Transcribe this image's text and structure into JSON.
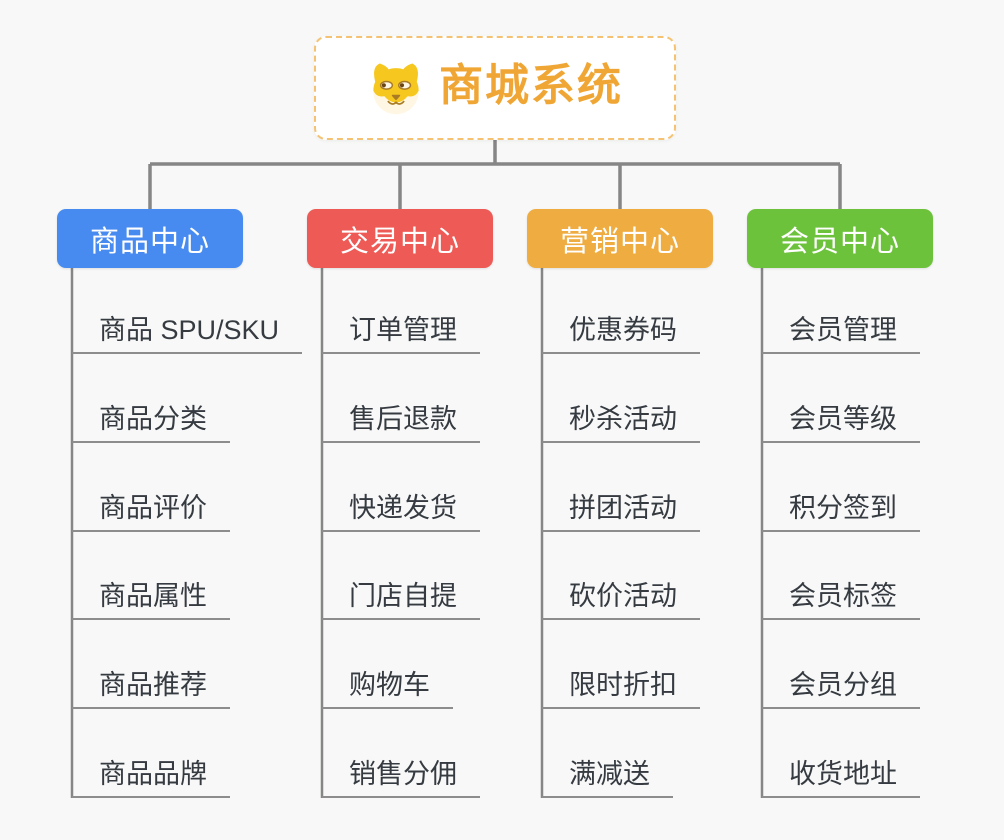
{
  "canvas": {
    "background_color": "#f7f8f7",
    "connector_color": "#868686",
    "item_text_color": "#363b42"
  },
  "root": {
    "label": "商城系统",
    "icon": "dog-face-icon",
    "text_color": "#f0a634",
    "border_color": "#f5c273",
    "background": "#ffffff"
  },
  "branches": [
    {
      "label": "商品中心",
      "color": "#478bf0",
      "items": [
        "商品 SPU/SKU",
        "商品分类",
        "商品评价",
        "商品属性",
        "商品推荐",
        "商品品牌"
      ]
    },
    {
      "label": "交易中心",
      "color": "#ee5a55",
      "items": [
        "订单管理",
        "售后退款",
        "快递发货",
        "门店自提",
        "购物车",
        "销售分佣"
      ]
    },
    {
      "label": "营销中心",
      "color": "#efac41",
      "items": [
        "优惠券码",
        "秒杀活动",
        "拼团活动",
        "砍价活动",
        "限时折扣",
        "满减送"
      ]
    },
    {
      "label": "会员中心",
      "color": "#6dc23c",
      "items": [
        "会员管理",
        "会员等级",
        "积分签到",
        "会员标签",
        "会员分组",
        "收货地址"
      ]
    }
  ]
}
